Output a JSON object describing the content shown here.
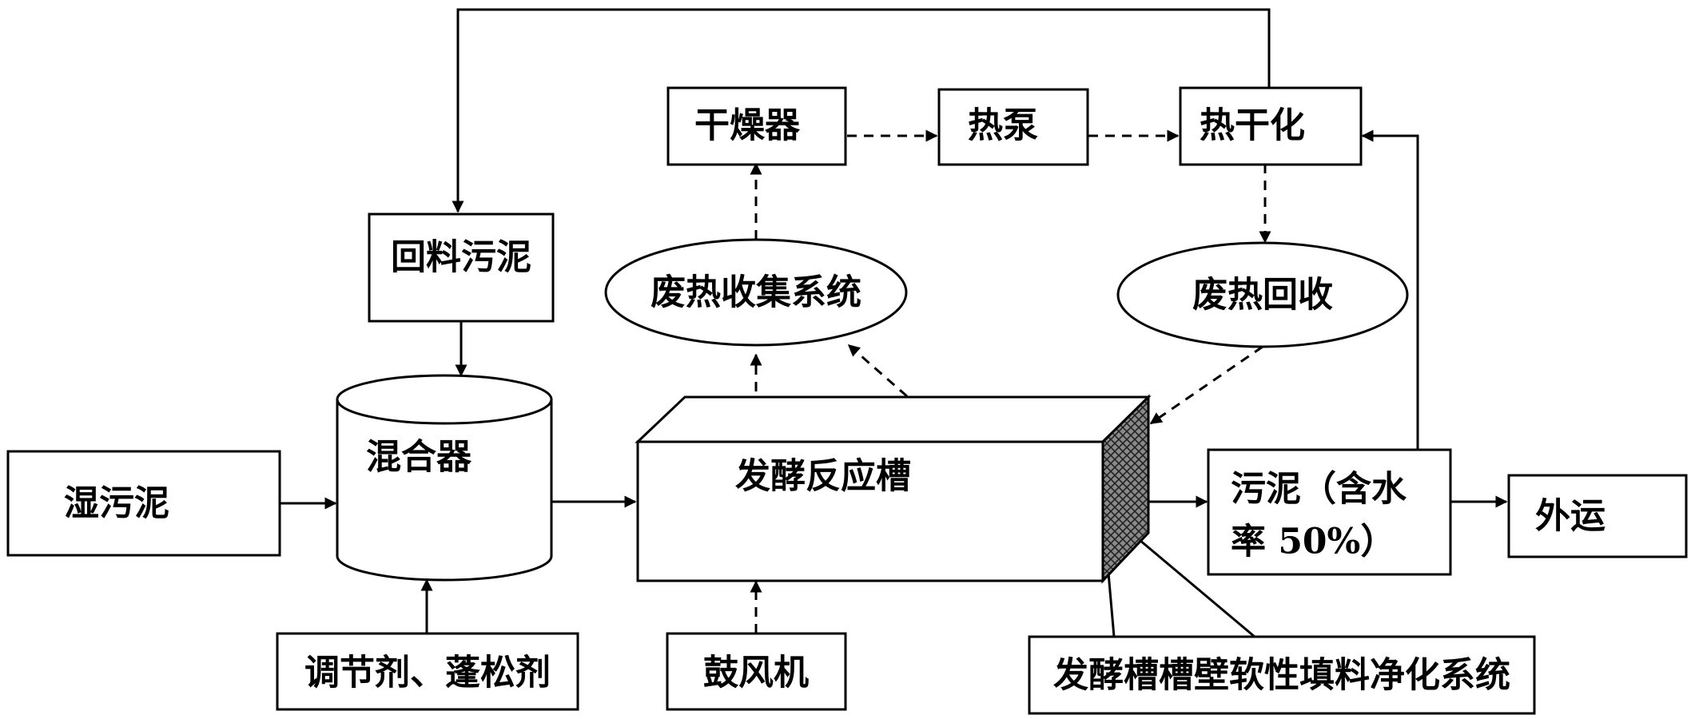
{
  "nodes": {
    "wet_sludge": "湿污泥",
    "return_sludge": "回料污泥",
    "mixer": "混合器",
    "conditioner": "调节剂、蓬松剂",
    "fermentation_tank": "发酵反应槽",
    "blower": "鼓风机",
    "waste_heat_collection": "废热收集系统",
    "dryer": "干燥器",
    "heat_pump": "热泵",
    "thermal_drying": "热干化",
    "waste_heat_recovery": "废热回收",
    "sludge_output_line1": "污泥（含水",
    "sludge_output_line2": "率 50%）",
    "outbound": "外运",
    "wall_purification": "发酵槽槽壁软性填料净化系统"
  }
}
